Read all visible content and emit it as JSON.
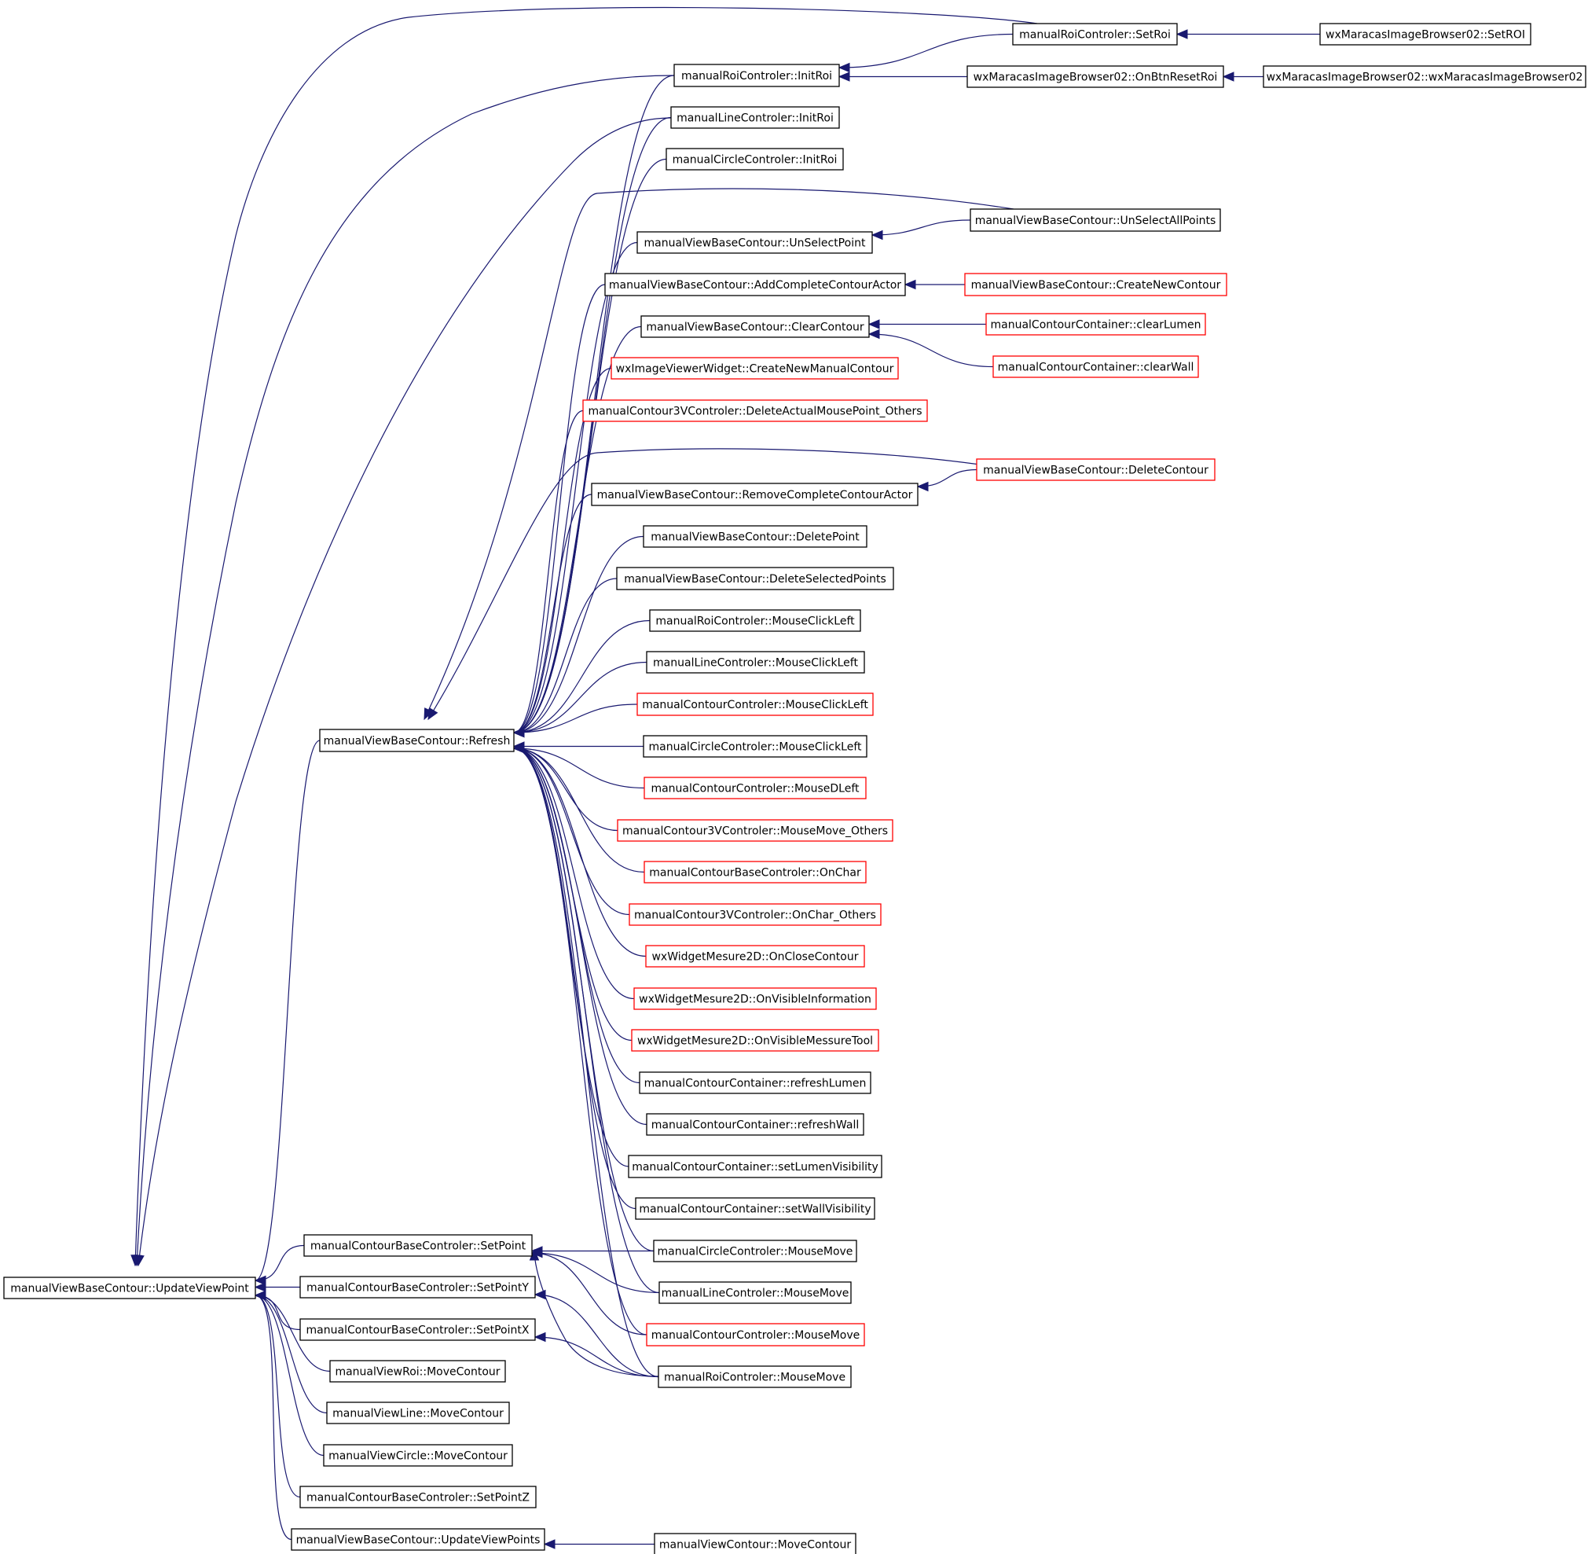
{
  "colors": {
    "edge": "#191970",
    "border_normal": "#000000",
    "border_truncated": "#ff0000",
    "root_fill": "#bfbfbf",
    "node_fill": "#ffffff"
  },
  "nodes": [
    {
      "id": "root",
      "label": "manualViewBaseContour::UpdateViewPoint",
      "style": "root"
    },
    {
      "id": "refresh",
      "label": "manualViewBaseContour::Refresh",
      "style": "normal"
    },
    {
      "id": "setPoint",
      "label": "manualContourBaseControler::SetPoint",
      "style": "normal"
    },
    {
      "id": "setPointY",
      "label": "manualContourBaseControler::SetPointY",
      "style": "normal"
    },
    {
      "id": "setPointX",
      "label": "manualContourBaseControler::SetPointX",
      "style": "normal"
    },
    {
      "id": "roiMove",
      "label": "manualViewRoi::MoveContour",
      "style": "normal"
    },
    {
      "id": "lineMove",
      "label": "manualViewLine::MoveContour",
      "style": "normal"
    },
    {
      "id": "circleMove",
      "label": "manualViewCircle::MoveContour",
      "style": "normal"
    },
    {
      "id": "setPointZ",
      "label": "manualContourBaseControler::SetPointZ",
      "style": "normal"
    },
    {
      "id": "updViewPoints",
      "label": "manualViewBaseContour::UpdateViewPoints",
      "style": "normal"
    },
    {
      "id": "roiInit",
      "label": "manualRoiControler::InitRoi",
      "style": "normal"
    },
    {
      "id": "lineInit",
      "label": "manualLineControler::InitRoi",
      "style": "normal"
    },
    {
      "id": "circleInit",
      "label": "manualCircleControler::InitRoi",
      "style": "normal"
    },
    {
      "id": "unselPoint",
      "label": "manualViewBaseContour::UnSelectPoint",
      "style": "normal"
    },
    {
      "id": "addActor",
      "label": "manualViewBaseContour::AddCompleteContourActor",
      "style": "normal"
    },
    {
      "id": "clearContour",
      "label": "manualViewBaseContour::ClearContour",
      "style": "normal"
    },
    {
      "id": "wxCreateNew",
      "label": "wxImageViewerWidget::CreateNewManualContour",
      "style": "truncated"
    },
    {
      "id": "c3vDeleteActual",
      "label": "manualContour3VControler::DeleteActualMousePoint_Others",
      "style": "truncated"
    },
    {
      "id": "removeActor",
      "label": "manualViewBaseContour::RemoveCompleteContourActor",
      "style": "normal"
    },
    {
      "id": "deletePoint",
      "label": "manualViewBaseContour::DeletePoint",
      "style": "normal"
    },
    {
      "id": "deleteSelected",
      "label": "manualViewBaseContour::DeleteSelectedPoints",
      "style": "normal"
    },
    {
      "id": "roiClick",
      "label": "manualRoiControler::MouseClickLeft",
      "style": "normal"
    },
    {
      "id": "lineClick",
      "label": "manualLineControler::MouseClickLeft",
      "style": "normal"
    },
    {
      "id": "contourClick",
      "label": "manualContourControler::MouseClickLeft",
      "style": "truncated"
    },
    {
      "id": "circleClick",
      "label": "manualCircleControler::MouseClickLeft",
      "style": "normal"
    },
    {
      "id": "contourDLeft",
      "label": "manualContourControler::MouseDLeft",
      "style": "truncated"
    },
    {
      "id": "c3vMouseMove",
      "label": "manualContour3VControler::MouseMove_Others",
      "style": "truncated"
    },
    {
      "id": "baseOnChar",
      "label": "manualContourBaseControler::OnChar",
      "style": "truncated"
    },
    {
      "id": "c3vOnChar",
      "label": "manualContour3VControler::OnChar_Others",
      "style": "truncated"
    },
    {
      "id": "wxClose",
      "label": "wxWidgetMesure2D::OnCloseContour",
      "style": "truncated"
    },
    {
      "id": "wxVisInfo",
      "label": "wxWidgetMesure2D::OnVisibleInformation",
      "style": "truncated"
    },
    {
      "id": "wxVisTool",
      "label": "wxWidgetMesure2D::OnVisibleMessureTool",
      "style": "truncated"
    },
    {
      "id": "refreshLumen",
      "label": "manualContourContainer::refreshLumen",
      "style": "normal"
    },
    {
      "id": "refreshWall",
      "label": "manualContourContainer::refreshWall",
      "style": "normal"
    },
    {
      "id": "setLumenVis",
      "label": "manualContourContainer::setLumenVisibility",
      "style": "normal"
    },
    {
      "id": "setWallVis",
      "label": "manualContourContainer::setWallVisibility",
      "style": "normal"
    },
    {
      "id": "circleMouseMove",
      "label": "manualCircleControler::MouseMove",
      "style": "normal"
    },
    {
      "id": "lineMouseMove",
      "label": "manualLineControler::MouseMove",
      "style": "normal"
    },
    {
      "id": "contourMouseMove",
      "label": "manualContourControler::MouseMove",
      "style": "truncated"
    },
    {
      "id": "roiMouseMove",
      "label": "manualRoiControler::MouseMove",
      "style": "normal"
    },
    {
      "id": "contourMove",
      "label": "manualViewContour::MoveContour",
      "style": "normal"
    },
    {
      "id": "roiSetRoi",
      "label": "manualRoiControler::SetRoi",
      "style": "normal"
    },
    {
      "id": "onBtnReset",
      "label": "wxMaracasImageBrowser02::OnBtnResetRoi",
      "style": "normal"
    },
    {
      "id": "unselAll",
      "label": "manualViewBaseContour::UnSelectAllPoints",
      "style": "normal"
    },
    {
      "id": "createNewContour",
      "label": "manualViewBaseContour::CreateNewContour",
      "style": "truncated"
    },
    {
      "id": "clearLumen",
      "label": "manualContourContainer::clearLumen",
      "style": "truncated"
    },
    {
      "id": "clearWall",
      "label": "manualContourContainer::clearWall",
      "style": "truncated"
    },
    {
      "id": "deleteContour",
      "label": "manualViewBaseContour::DeleteContour",
      "style": "truncated"
    },
    {
      "id": "wxSetROI",
      "label": "wxMaracasImageBrowser02::SetROI",
      "style": "normal"
    },
    {
      "id": "wxCtor",
      "label": "wxMaracasImageBrowser02::wxMaracasImageBrowser02",
      "style": "normal"
    }
  ],
  "edges": [
    [
      "roiInit",
      "root"
    ],
    [
      "lineInit",
      "root"
    ],
    [
      "roiSetRoi",
      "root"
    ],
    [
      "refresh",
      "root"
    ],
    [
      "setPoint",
      "root"
    ],
    [
      "setPointY",
      "root"
    ],
    [
      "setPointX",
      "root"
    ],
    [
      "roiMove",
      "root"
    ],
    [
      "lineMove",
      "root"
    ],
    [
      "circleMove",
      "root"
    ],
    [
      "setPointZ",
      "root"
    ],
    [
      "updViewPoints",
      "root"
    ],
    [
      "roiInit",
      "refresh"
    ],
    [
      "lineInit",
      "refresh"
    ],
    [
      "circleInit",
      "refresh"
    ],
    [
      "unselAll",
      "refresh"
    ],
    [
      "unselPoint",
      "refresh"
    ],
    [
      "addActor",
      "refresh"
    ],
    [
      "clearContour",
      "refresh"
    ],
    [
      "wxCreateNew",
      "refresh"
    ],
    [
      "c3vDeleteActual",
      "refresh"
    ],
    [
      "deleteContour",
      "refresh"
    ],
    [
      "removeActor",
      "refresh"
    ],
    [
      "deletePoint",
      "refresh"
    ],
    [
      "deleteSelected",
      "refresh"
    ],
    [
      "roiClick",
      "refresh"
    ],
    [
      "lineClick",
      "refresh"
    ],
    [
      "contourClick",
      "refresh"
    ],
    [
      "circleClick",
      "refresh"
    ],
    [
      "contourDLeft",
      "refresh"
    ],
    [
      "c3vMouseMove",
      "refresh"
    ],
    [
      "baseOnChar",
      "refresh"
    ],
    [
      "c3vOnChar",
      "refresh"
    ],
    [
      "wxClose",
      "refresh"
    ],
    [
      "wxVisInfo",
      "refresh"
    ],
    [
      "wxVisTool",
      "refresh"
    ],
    [
      "refreshLumen",
      "refresh"
    ],
    [
      "refreshWall",
      "refresh"
    ],
    [
      "setLumenVis",
      "refresh"
    ],
    [
      "setWallVis",
      "refresh"
    ],
    [
      "circleMouseMove",
      "refresh"
    ],
    [
      "lineMouseMove",
      "refresh"
    ],
    [
      "contourMouseMove",
      "refresh"
    ],
    [
      "roiMouseMove",
      "refresh"
    ],
    [
      "circleMouseMove",
      "setPoint"
    ],
    [
      "lineMouseMove",
      "setPoint"
    ],
    [
      "contourMouseMove",
      "setPoint"
    ],
    [
      "roiMouseMove",
      "setPoint"
    ],
    [
      "roiMouseMove",
      "setPointY"
    ],
    [
      "roiMouseMove",
      "setPointX"
    ],
    [
      "contourMove",
      "updViewPoints"
    ],
    [
      "roiSetRoi",
      "roiInit"
    ],
    [
      "onBtnReset",
      "roiInit"
    ],
    [
      "unselAll",
      "unselPoint"
    ],
    [
      "createNewContour",
      "addActor"
    ],
    [
      "clearLumen",
      "clearContour"
    ],
    [
      "clearWall",
      "clearContour"
    ],
    [
      "deleteContour",
      "removeActor"
    ],
    [
      "wxSetROI",
      "roiSetRoi"
    ],
    [
      "wxCtor",
      "onBtnReset"
    ]
  ]
}
